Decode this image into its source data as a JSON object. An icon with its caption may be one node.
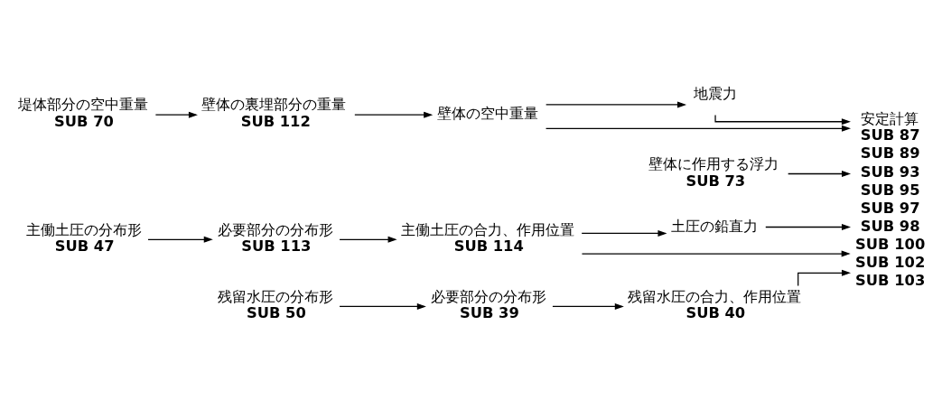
{
  "diagram": {
    "nodes": [
      {
        "text": [
          "堤体部分の空中重量",
          "SUB 70"
        ]
      },
      {
        "text": [
          "壁体の裏埋部分の重量",
          "SUB 112"
        ]
      },
      {
        "text": [
          "壁体の空中重量"
        ]
      },
      {
        "text": [
          "地震力"
        ]
      },
      {
        "text": [
          "壁体に作用する浮力",
          "SUB 73"
        ]
      },
      {
        "text": [
          "主働土圧の分布形",
          "SUB 47"
        ]
      },
      {
        "text": [
          "必要部分の分布形",
          "SUB 113"
        ]
      },
      {
        "text": [
          "主働土圧の合力、作用位置",
          "SUB 114"
        ]
      },
      {
        "text": [
          "土圧の鉛直力"
        ]
      },
      {
        "text": [
          "残留水圧の分布形",
          "SUB 50"
        ]
      },
      {
        "text": [
          "必要部分の分布形",
          "SUB 39"
        ]
      },
      {
        "text": [
          "残留水圧の合力、作用位置",
          "SUB 40"
        ]
      },
      {
        "text": [
          "安定計算",
          "SUB 87",
          "SUB 89",
          "SUB 93",
          "SUB 95",
          "SUB 97",
          "SUB 98",
          "SUB 100",
          "SUB 102",
          "SUB 103"
        ]
      }
    ],
    "edges": [
      {
        "from": 0,
        "to": 1,
        "arrow": "to"
      },
      {
        "from": 1,
        "to": 2,
        "arrow": "to"
      },
      {
        "from": 2,
        "to": 3,
        "arrow": "to"
      },
      {
        "from": 2,
        "to": 12,
        "arrow": "to"
      },
      {
        "from": 3,
        "to": 12,
        "arrow": "to"
      },
      {
        "from": 4,
        "to": 12,
        "arrow": "to"
      },
      {
        "from": 5,
        "to": 6,
        "arrow": "to"
      },
      {
        "from": 6,
        "to": 7,
        "arrow": "to"
      },
      {
        "from": 7,
        "to": 8,
        "arrow": "to"
      },
      {
        "from": 7,
        "to": 12,
        "arrow": "to"
      },
      {
        "from": 8,
        "to": 12,
        "arrow": "to"
      },
      {
        "from": 9,
        "to": 10,
        "arrow": "to"
      },
      {
        "from": 10,
        "to": 11,
        "arrow": "to"
      },
      {
        "from": 11,
        "to": 12,
        "arrow": "to"
      }
    ]
  }
}
